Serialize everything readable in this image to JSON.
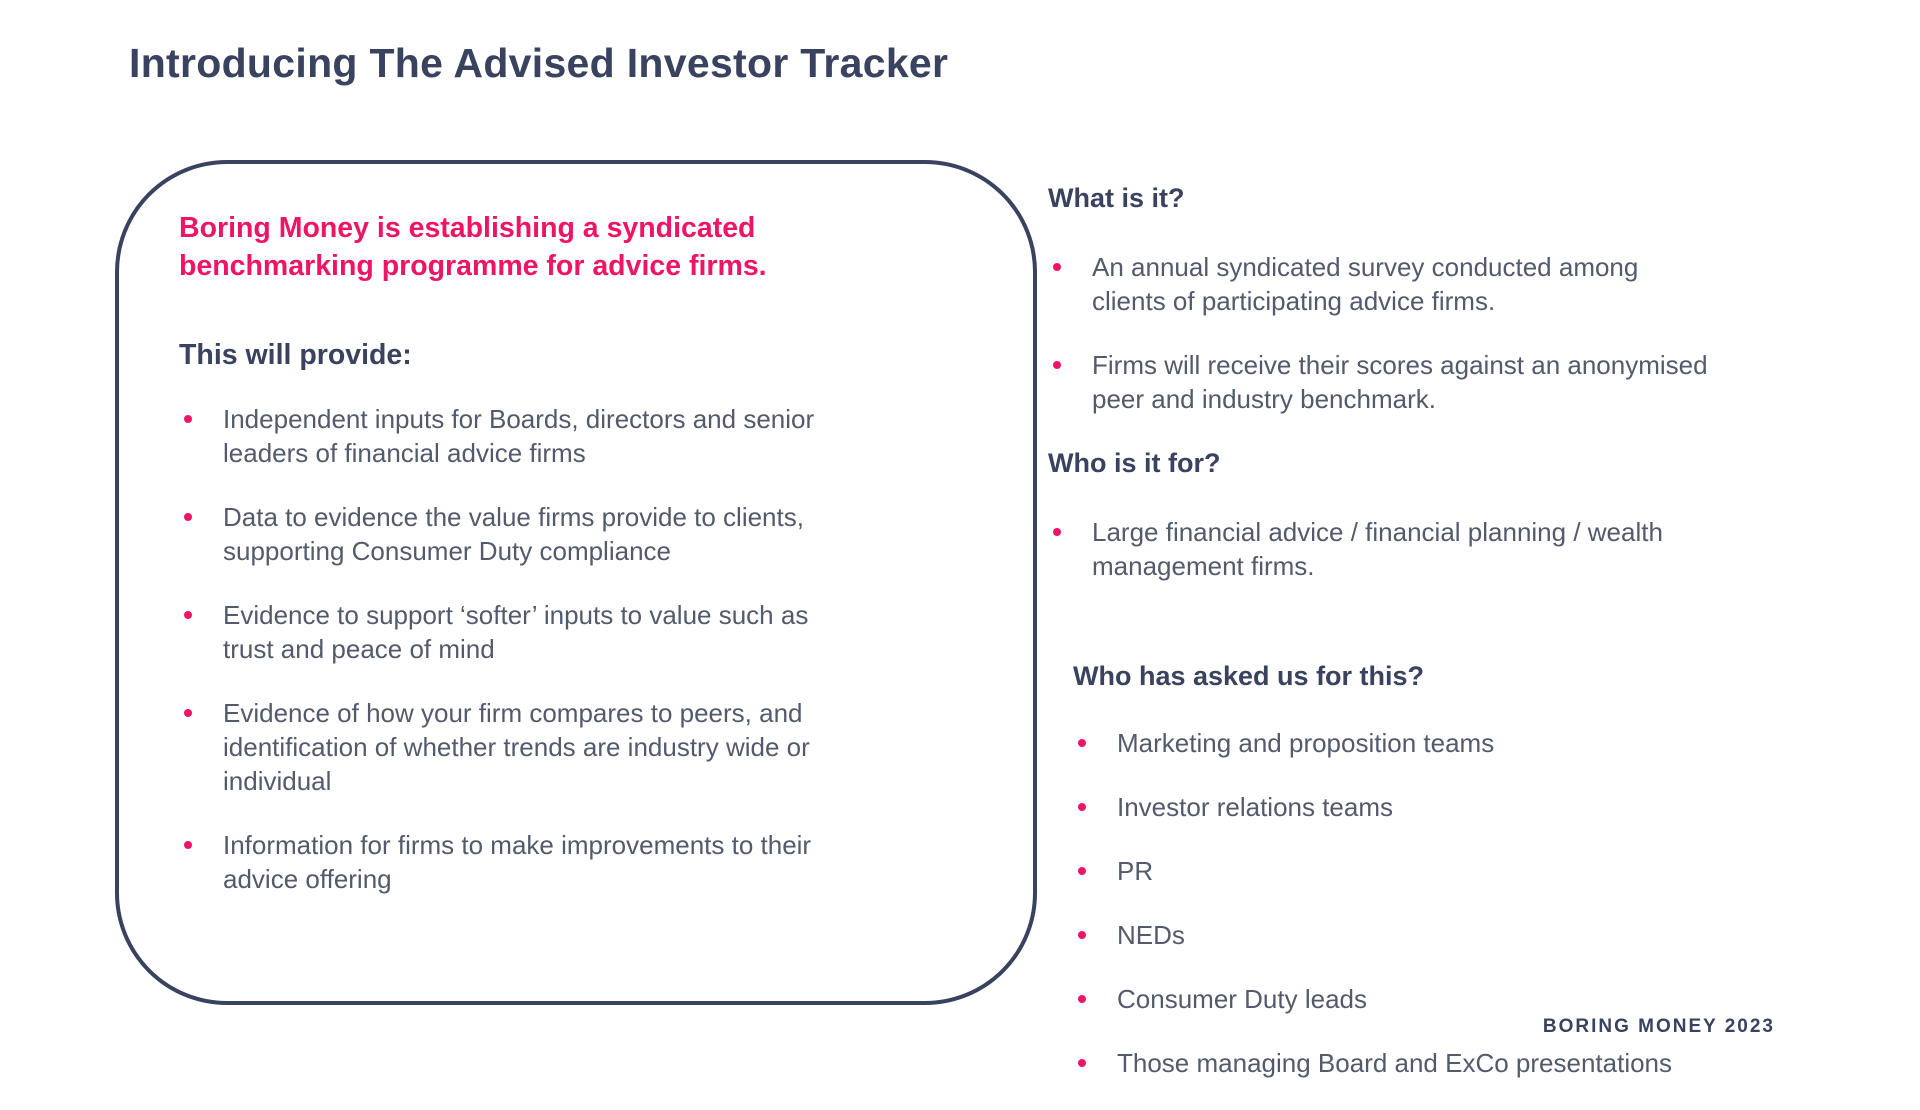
{
  "page": {
    "title": "Introducing The Advised Investor Tracker",
    "footer": "BORING MONEY 2023"
  },
  "colors": {
    "navy": "#39425E",
    "body_text": "#525A6B",
    "pink": "#EE1466"
  },
  "icons": {
    "bullet": "pink-dot"
  },
  "left_box": {
    "intro": "Boring Money is establishing a syndicated benchmarking programme for advice firms.",
    "heading": "This will provide:",
    "bullets": [
      "Independent inputs for Boards, directors and senior leaders of financial advice firms",
      "Data to evidence the value firms provide to clients, supporting Consumer Duty compliance",
      "Evidence to support ‘softer’ inputs to value such as trust and peace of mind",
      "Evidence of how your firm compares to peers, and identification of whether trends are industry wide or individual",
      "Information for firms to make improvements to their advice offering"
    ]
  },
  "right_column": {
    "sections": [
      {
        "heading": "What is it?",
        "bullets": [
          "An annual syndicated survey conducted among clients of participating advice firms.",
          "Firms will receive their scores against an anonymised peer and industry benchmark."
        ]
      },
      {
        "heading": "Who is it for?",
        "bullets": [
          "Large financial advice / financial planning / wealth management firms."
        ]
      },
      {
        "heading": "Who has asked us for this?",
        "bullets": [
          "Marketing and proposition teams",
          "Investor relations teams",
          "PR",
          "NEDs",
          "Consumer Duty leads",
          "Those managing Board and ExCo presentations"
        ]
      }
    ]
  }
}
